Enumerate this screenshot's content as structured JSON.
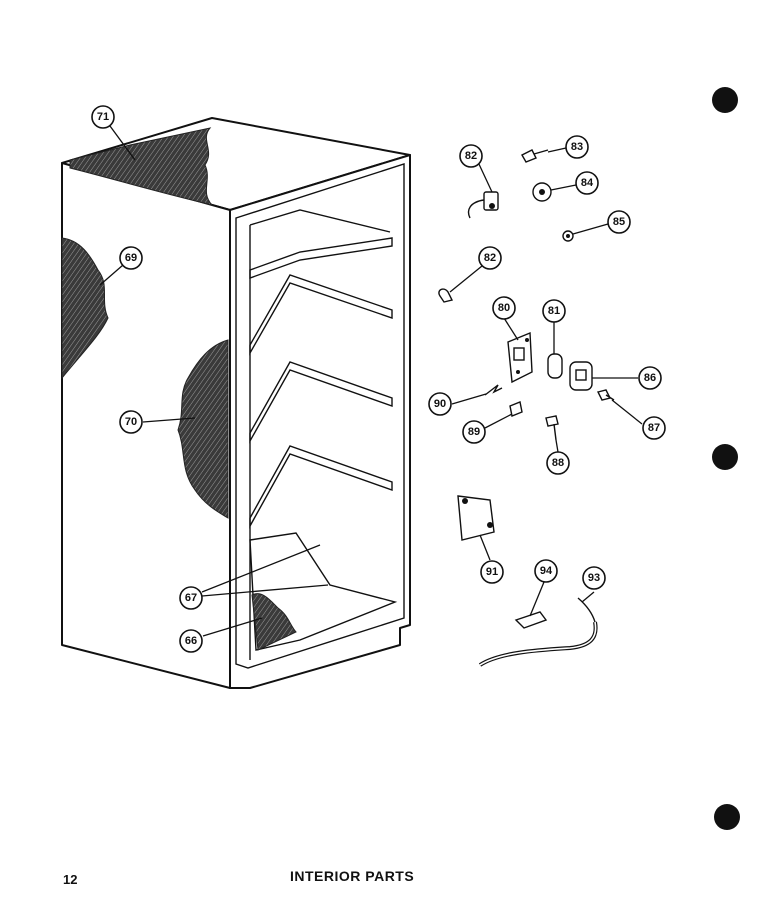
{
  "page": {
    "number": "12",
    "caption": "INTERIOR PARTS"
  },
  "callouts": {
    "c71": "71",
    "c69": "69",
    "c70": "70",
    "c67": "67",
    "c66": "66",
    "c82a": "82",
    "c83": "83",
    "c84": "84",
    "c85": "85",
    "c82b": "82",
    "c80": "80",
    "c81": "81",
    "c86": "86",
    "c90": "90",
    "c89": "89",
    "c87": "87",
    "c88": "88",
    "c91": "91",
    "c94": "94",
    "c93": "93"
  }
}
